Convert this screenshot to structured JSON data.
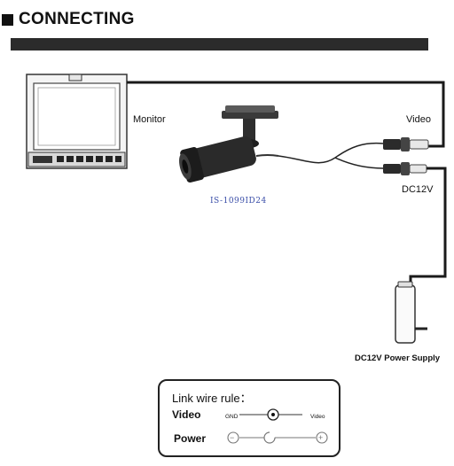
{
  "heading": {
    "title": "CONNECTING"
  },
  "labels": {
    "monitor": "Monitor",
    "video": "Video",
    "dc12v": "DC12V",
    "camera_model": "IS-1099ID24",
    "power_supply": "DC12V  Power Supply"
  },
  "link_rule": {
    "title": "Link wire rule：",
    "video_label": "Video",
    "gnd_text": "GND",
    "video_text": "Video",
    "power_label": "Power",
    "minus_symbol": "−",
    "plus_symbol": "+"
  },
  "colors": {
    "heading_bar": "#2b2b2b",
    "cable": "#1a1a1a",
    "model_text": "#3a4ea8"
  }
}
